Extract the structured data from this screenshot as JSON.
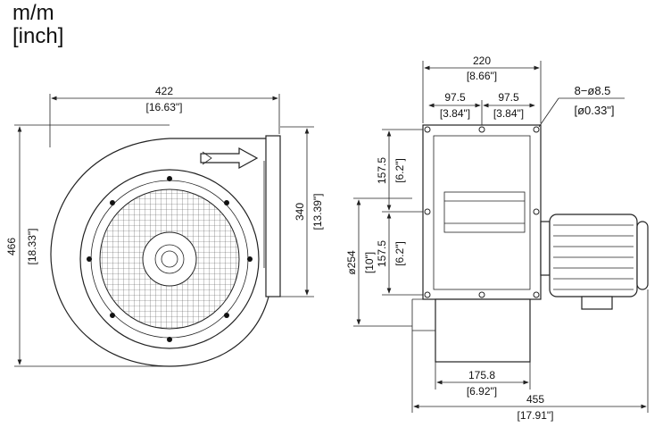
{
  "units": {
    "metric": "m/m",
    "imperial": "[inch]"
  },
  "front_view": {
    "outlet_arrow": "airflow-arrow-icon",
    "width_mm": "422",
    "width_in": "[16.63\"]",
    "height_mm": "466",
    "height_in": "[18.33\"]",
    "outlet_height_mm": "340",
    "outlet_height_in": "[13.39\"]"
  },
  "side_view": {
    "flange_width_mm": "220",
    "flange_width_in": "[8.66\"]",
    "hole_spacing_left_mm": "97.5",
    "hole_spacing_left_in": "[3.84\"]",
    "hole_spacing_right_mm": "97.5",
    "hole_spacing_right_in": "[3.84\"]",
    "holes_callout": "8−ø8.5",
    "holes_callout_in": "[ø0.33\"]",
    "upper_offset_mm": "157.5",
    "upper_offset_in": "[6.2\"]",
    "lower_offset_mm": "157.5",
    "lower_offset_in": "[6.2\"]",
    "inlet_dia_mm": "ø254",
    "inlet_dia_in": "[10\"]",
    "housing_width_mm": "175.8",
    "housing_width_in": "[6.92\"]",
    "overall_length_mm": "455",
    "overall_length_in": "[17.91\"]"
  }
}
